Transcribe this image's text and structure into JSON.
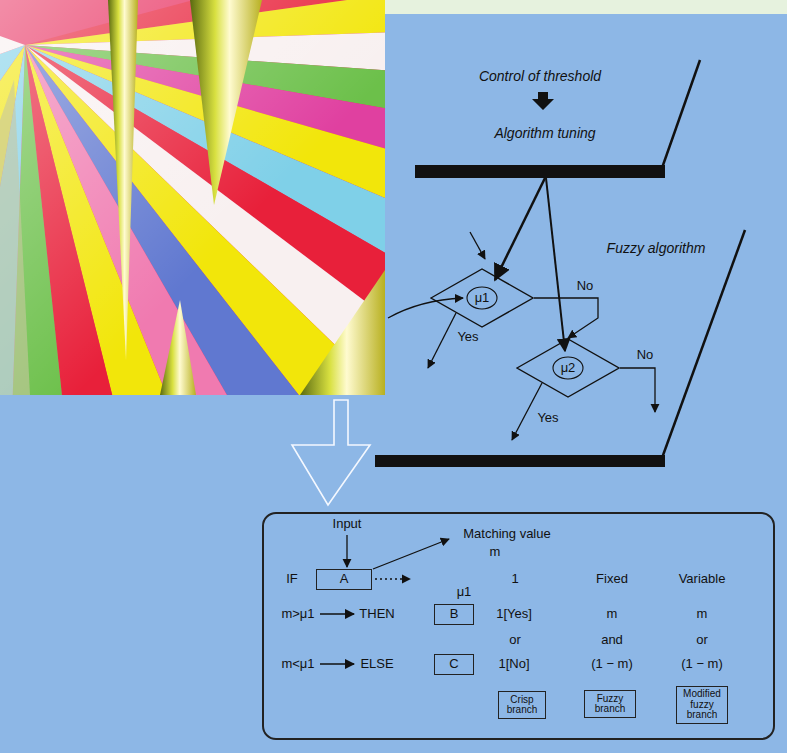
{
  "diagram": {
    "nodes": [
      {
        "text": [
          "μ1"
        ]
      },
      {
        "text": [
          "μ2"
        ]
      },
      {
        "text": [
          "Input",
          "Matching value",
          "m",
          "IF",
          "μ1",
          "1",
          "Fixed",
          "Variable",
          "m>μ1",
          "THEN",
          "1[Yes]",
          "m",
          "m",
          "or",
          "and",
          "or",
          "m<μ1",
          "ELSE",
          "1[No]",
          "(1 − m)",
          "(1 − m)"
        ]
      },
      {
        "text": [
          "A"
        ],
        "in": 2
      },
      {
        "text": [
          "B"
        ],
        "in": 2
      },
      {
        "text": [
          "C"
        ],
        "in": 2
      },
      {
        "text": [
          "Crisp branch"
        ],
        "in": 2
      },
      {
        "text": [
          "Fuzzy branch"
        ],
        "in": 2
      },
      {
        "text": [
          "Modified fuzzy branch"
        ],
        "in": 2
      }
    ],
    "edges": [
      {
        "from": 0,
        "to": 1,
        "arrow": "to",
        "label": "No"
      }
    ],
    "labels": [
      "Control of threshold",
      "Algorithm tuning",
      "Fuzzy algorithm",
      "Yes",
      "No",
      "Yes"
    ]
  }
}
